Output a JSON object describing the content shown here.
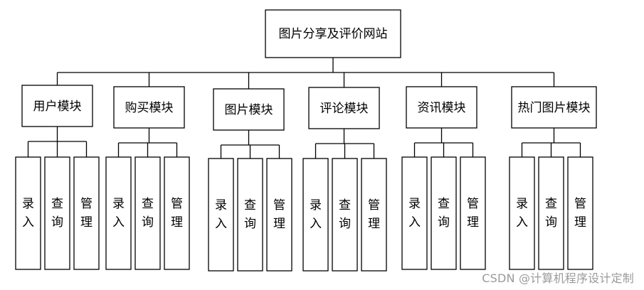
{
  "root": {
    "label": "图片分享及评价网站"
  },
  "modules": [
    {
      "label": "用户模块",
      "children": [
        "录入",
        "查询",
        "管理"
      ]
    },
    {
      "label": "购买模块",
      "children": [
        "录入",
        "查询",
        "管理"
      ]
    },
    {
      "label": "图片模块",
      "children": [
        "录入",
        "查询",
        "管理"
      ]
    },
    {
      "label": "评论模块",
      "children": [
        "录入",
        "查询",
        "管理"
      ]
    },
    {
      "label": "资讯模块",
      "children": [
        "录入",
        "查询",
        "管理"
      ]
    },
    {
      "label": "热门图片模块",
      "children": [
        "录入",
        "查询",
        "管理"
      ]
    }
  ],
  "watermark": "CSDN @计算机程序设计定制"
}
